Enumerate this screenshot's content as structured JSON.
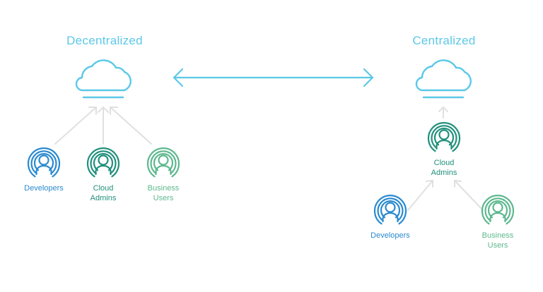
{
  "colors": {
    "cloud": "#5BC8E8",
    "arrow": "#5BC8E8",
    "connector": "#E0E0E0",
    "developers": "#2A8AD0",
    "cloud_admins": "#21907C",
    "business_users": "#5DB88E"
  },
  "decentralized": {
    "title": "Decentralized",
    "cloud_icon": "cloud-icon",
    "people": [
      {
        "label": "Developers",
        "icon": "user-signal-icon"
      },
      {
        "label": "Cloud\nAdmins",
        "icon": "user-signal-icon"
      },
      {
        "label": "Business\nUsers",
        "icon": "user-signal-icon"
      }
    ]
  },
  "centralized": {
    "title": "Centralized",
    "cloud_icon": "cloud-icon",
    "people": [
      {
        "label": "Cloud\nAdmins",
        "icon": "user-signal-icon"
      },
      {
        "label": "Developers",
        "icon": "user-signal-icon"
      },
      {
        "label": "Business\nUsers",
        "icon": "user-signal-icon"
      }
    ]
  },
  "comparison_arrow": "double-arrow-icon"
}
